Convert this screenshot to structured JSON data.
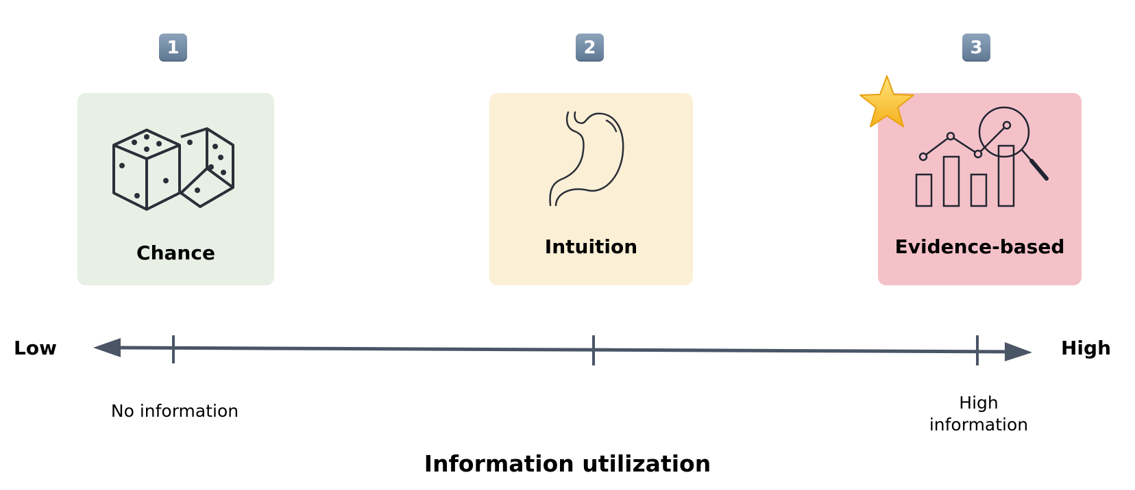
{
  "badges": [
    "1",
    "2",
    "3"
  ],
  "cards": [
    {
      "label": "Chance",
      "color": "#e8efe5",
      "icon": "dice-icon"
    },
    {
      "label": "Intuition",
      "color": "#fbefd6",
      "icon": "stomach-icon"
    },
    {
      "label": "Evidence-based",
      "color": "#f4c1c8",
      "icon": "analytics-icon"
    }
  ],
  "highlight_icon": "star-icon",
  "axis": {
    "low_label": "Low",
    "high_label": "High",
    "tick_labels": {
      "first": "No information",
      "last_line1": "High",
      "last_line2": "information"
    },
    "title": "Information utilization",
    "color": "#4a5566"
  }
}
